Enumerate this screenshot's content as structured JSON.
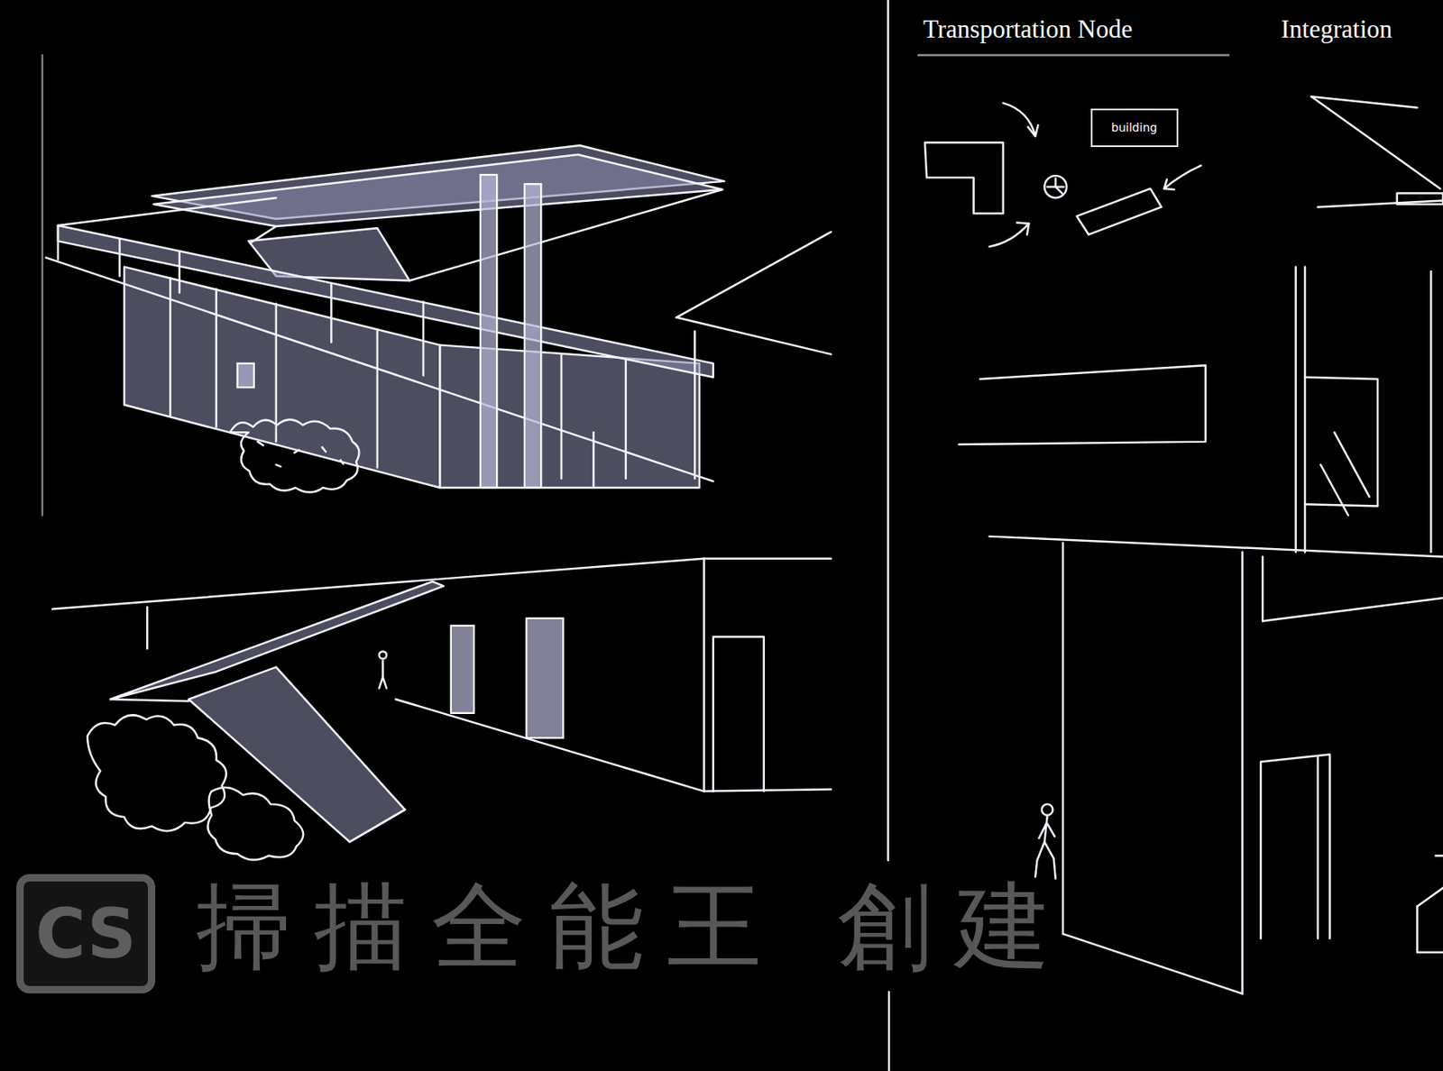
{
  "diagram": {
    "nodes": [
      {
        "text": [
          "building"
        ]
      },
      {
        "text": [
          "CS"
        ]
      }
    ],
    "labels": [
      "Transportation Node",
      "Integration",
      "掃描全能王 創建"
    ]
  }
}
